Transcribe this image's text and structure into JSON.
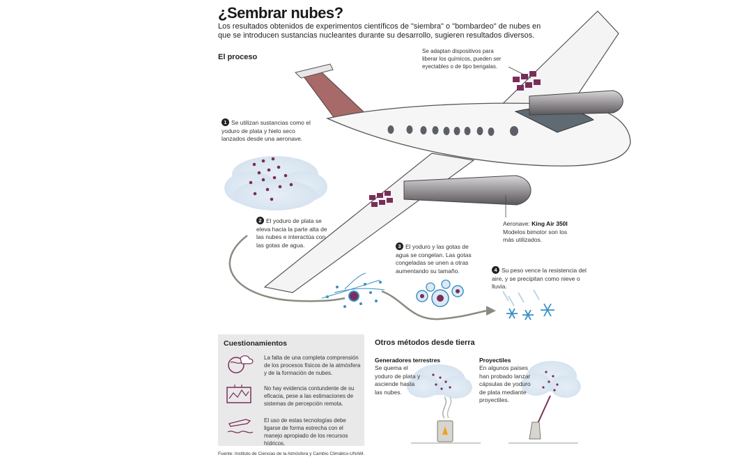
{
  "title": "¿Sembrar nubes?",
  "subtitle": "Los resultados obtenidos de experimentos científicos de \"siembra\" o \"bombardeo\" de nubes en que se introducen sustancias nucleantes durante su desarrollo, sugieren resultados diversos.",
  "process": {
    "heading": "El proceso",
    "device_note": "Se adaptan dispositivos para liberar los químicos, pueden ser eyectables o de tipo bengalas.",
    "steps": [
      {
        "num": "1",
        "text": "Se utilizan sustancias como el yoduro de plata y hielo seco lanzados desde una aeronave."
      },
      {
        "num": "2",
        "text": "El yoduro de plata se eleva hacia la parte alta de las nubes e interactúa con las gotas de agua."
      },
      {
        "num": "3",
        "text": "El yoduro y las gotas de agua se congelan. Las gotas congeladas se unen a otras aumentando su tamaño."
      },
      {
        "num": "4",
        "text": "Su peso vence la resistencia del aire, y se precipitan como nieve o lluvia."
      }
    ],
    "aircraft": {
      "label_prefix": "Aeronave:",
      "name": "King Air 350I",
      "note": "Modelos bimotor son los más utilizados."
    }
  },
  "questions": {
    "title": "Cuestionamientos",
    "items": [
      {
        "icon": "globe-cloud-icon",
        "text": "La falta de una completa comprensión de los procesos físicos de la atmósfera y de la formación de nubes."
      },
      {
        "icon": "radar-screen-icon",
        "text": "No hay evidencia contundente de su eficacia, pese a las estimaciones de sistemas de percepción remota."
      },
      {
        "icon": "plane-water-icon",
        "text": "El uso de estas tecnologías debe ligarse de forma estrecha con el manejo apropiado de los recursos hídricos."
      }
    ]
  },
  "ground_methods": {
    "title": "Otros métodos desde tierra",
    "methods": [
      {
        "title": "Generadores terrestres",
        "text": "Se quema el yoduro de plata y asciende hasta las nubes."
      },
      {
        "title": "Proyectiles",
        "text": "En algunos países han probado lanzar cápsulas de yoduro de plata mediante proyectiles."
      }
    ]
  },
  "source": "Fuente: Instituto de Ciencias de la Atmósfera y Cambio Climático-UNAM.",
  "colors": {
    "accent": "#7a2d5a",
    "cloud": "#dfeaf3",
    "ice": "#3a8fc4",
    "plane_tail": "#a86a68"
  }
}
